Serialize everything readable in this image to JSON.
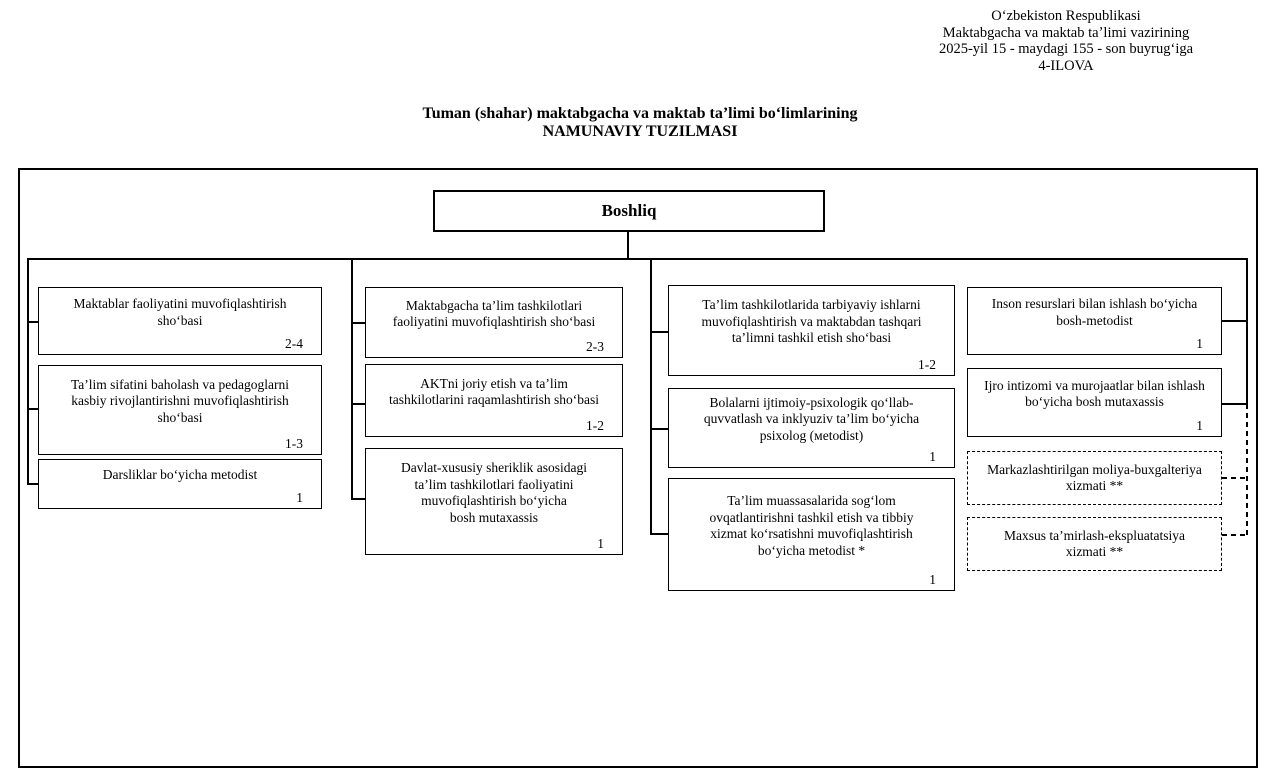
{
  "doc_header": {
    "lines": [
      "Oʻzbekiston Respublikasi",
      "Maktabgacha va maktab taʼlimi vazirining",
      "2025-yil 15 - maydagi 155 - son buyrugʻiga",
      "4-ILOVA"
    ]
  },
  "title": {
    "line1": "Tuman (shahar) maktabgacha va maktab taʼlimi boʻlimlarining",
    "line2": "NAMUNAVIY TUZILMASI"
  },
  "org": {
    "root": {
      "label": "Boshliq"
    },
    "columns": [
      {
        "boxes": [
          {
            "lines": [
              "Maktablar faoliyatini muvofiqlashtirish",
              "shoʻbasi"
            ],
            "count": "2-4",
            "dashed": false
          },
          {
            "lines": [
              "Taʼlim sifatini baholash va pedagoglarni",
              "kasbiy rivojlantirishni muvofiqlashtirish",
              "shoʻbasi"
            ],
            "count": "1-3",
            "dashed": false
          },
          {
            "lines": [
              "Darsliklar boʻyicha metodist"
            ],
            "count": "1",
            "dashed": false
          }
        ]
      },
      {
        "boxes": [
          {
            "lines": [
              "Maktabgacha taʼlim tashkilotlari",
              "faoliyatini muvofiqlashtirish shoʻbasi"
            ],
            "count": "2-3",
            "dashed": false
          },
          {
            "lines": [
              "AKTni joriy etish va taʼlim",
              "tashkilotlarini raqamlashtirish shoʻbasi"
            ],
            "count": "1-2",
            "dashed": false
          },
          {
            "lines": [
              "Davlat-xususiy sheriklik asosidagi",
              "taʼlim tashkilotlari faoliyatini",
              "muvofiqlashtirish boʻyicha",
              "bosh mutaxassis"
            ],
            "count": "1",
            "dashed": false
          }
        ]
      },
      {
        "boxes": [
          {
            "lines": [
              "Taʼlim tashkilotlarida tarbiyaviy ishlarni",
              "muvofiqlashtirish va maktabdan tashqari",
              "taʼlimni tashkil etish shoʻbasi"
            ],
            "count": "1-2",
            "dashed": false
          },
          {
            "lines": [
              "Bolalarni ijtimoiy-psixologik qoʻllab-",
              "quvvatlash va inklyuziv taʼlim boʻyicha",
              "psixolog (мetodist)"
            ],
            "count": "1",
            "dashed": false
          },
          {
            "lines": [
              "Taʼlim muassasalarida sogʻlom",
              "ovqatlantirishni tashkil etish va tibbiy",
              "xizmat koʻrsatishni muvofiqlashtirish",
              "boʻyicha metodist *"
            ],
            "count": "1",
            "dashed": false
          }
        ]
      },
      {
        "boxes": [
          {
            "lines": [
              "Inson resurslari bilan ishlash boʻyicha",
              "bosh-metodist"
            ],
            "count": "1",
            "dashed": false
          },
          {
            "lines": [
              "Ijro intizomi va murojaatlar bilan ishlash",
              "boʻyicha bosh mutaxassis"
            ],
            "count": "1",
            "dashed": false
          },
          {
            "lines": [
              "Markazlashtirilgan moliya-buxgalteriya",
              "xizmati **"
            ],
            "count": "",
            "dashed": true
          },
          {
            "lines": [
              "Maxsus taʼmirlash-ekspluatatsiya",
              "xizmati **"
            ],
            "count": "",
            "dashed": true
          }
        ]
      }
    ]
  },
  "colors": {
    "line": "#000000",
    "background": "#ffffff"
  }
}
